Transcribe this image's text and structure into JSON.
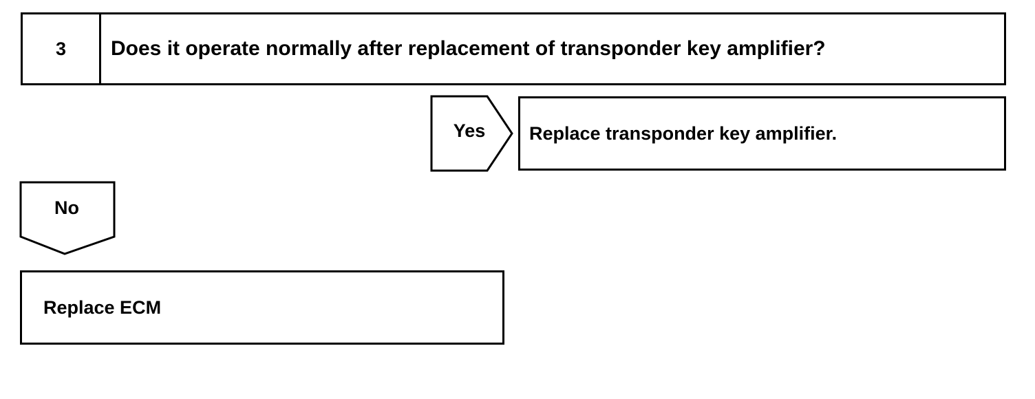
{
  "step": {
    "number": "3",
    "question": "Does it operate normally after replacement of transponder key amplifier?"
  },
  "yes_branch": {
    "label": "Yes",
    "action": "Replace transponder key amplifier."
  },
  "no_branch": {
    "label": "No",
    "action": "Replace ECM"
  }
}
